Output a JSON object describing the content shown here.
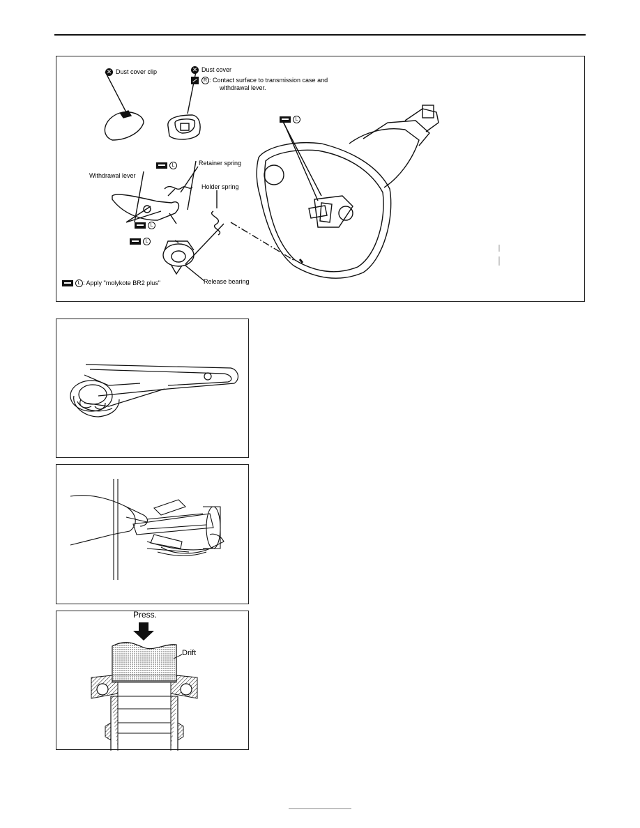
{
  "main_figure": {
    "labels": {
      "dust_cover_clip": "Dust cover clip",
      "dust_cover": "Dust cover",
      "contact_note_line1": ": Contact surface to transmission case and",
      "contact_note_line2": "withdrawal lever.",
      "withdrawal_lever": "Withdrawal lever",
      "retainer_spring": "Retainer spring",
      "holder_spring": "Holder spring",
      "release_bearing": "Release bearing",
      "apply_note": ": Apply \"molykote BR2 plus\""
    },
    "symbols": {
      "circle_l": "L",
      "circle_r": "R",
      "x_mark": "✕"
    }
  },
  "figure_c": {
    "press_label": "Press.",
    "drift_label": "Drift"
  }
}
